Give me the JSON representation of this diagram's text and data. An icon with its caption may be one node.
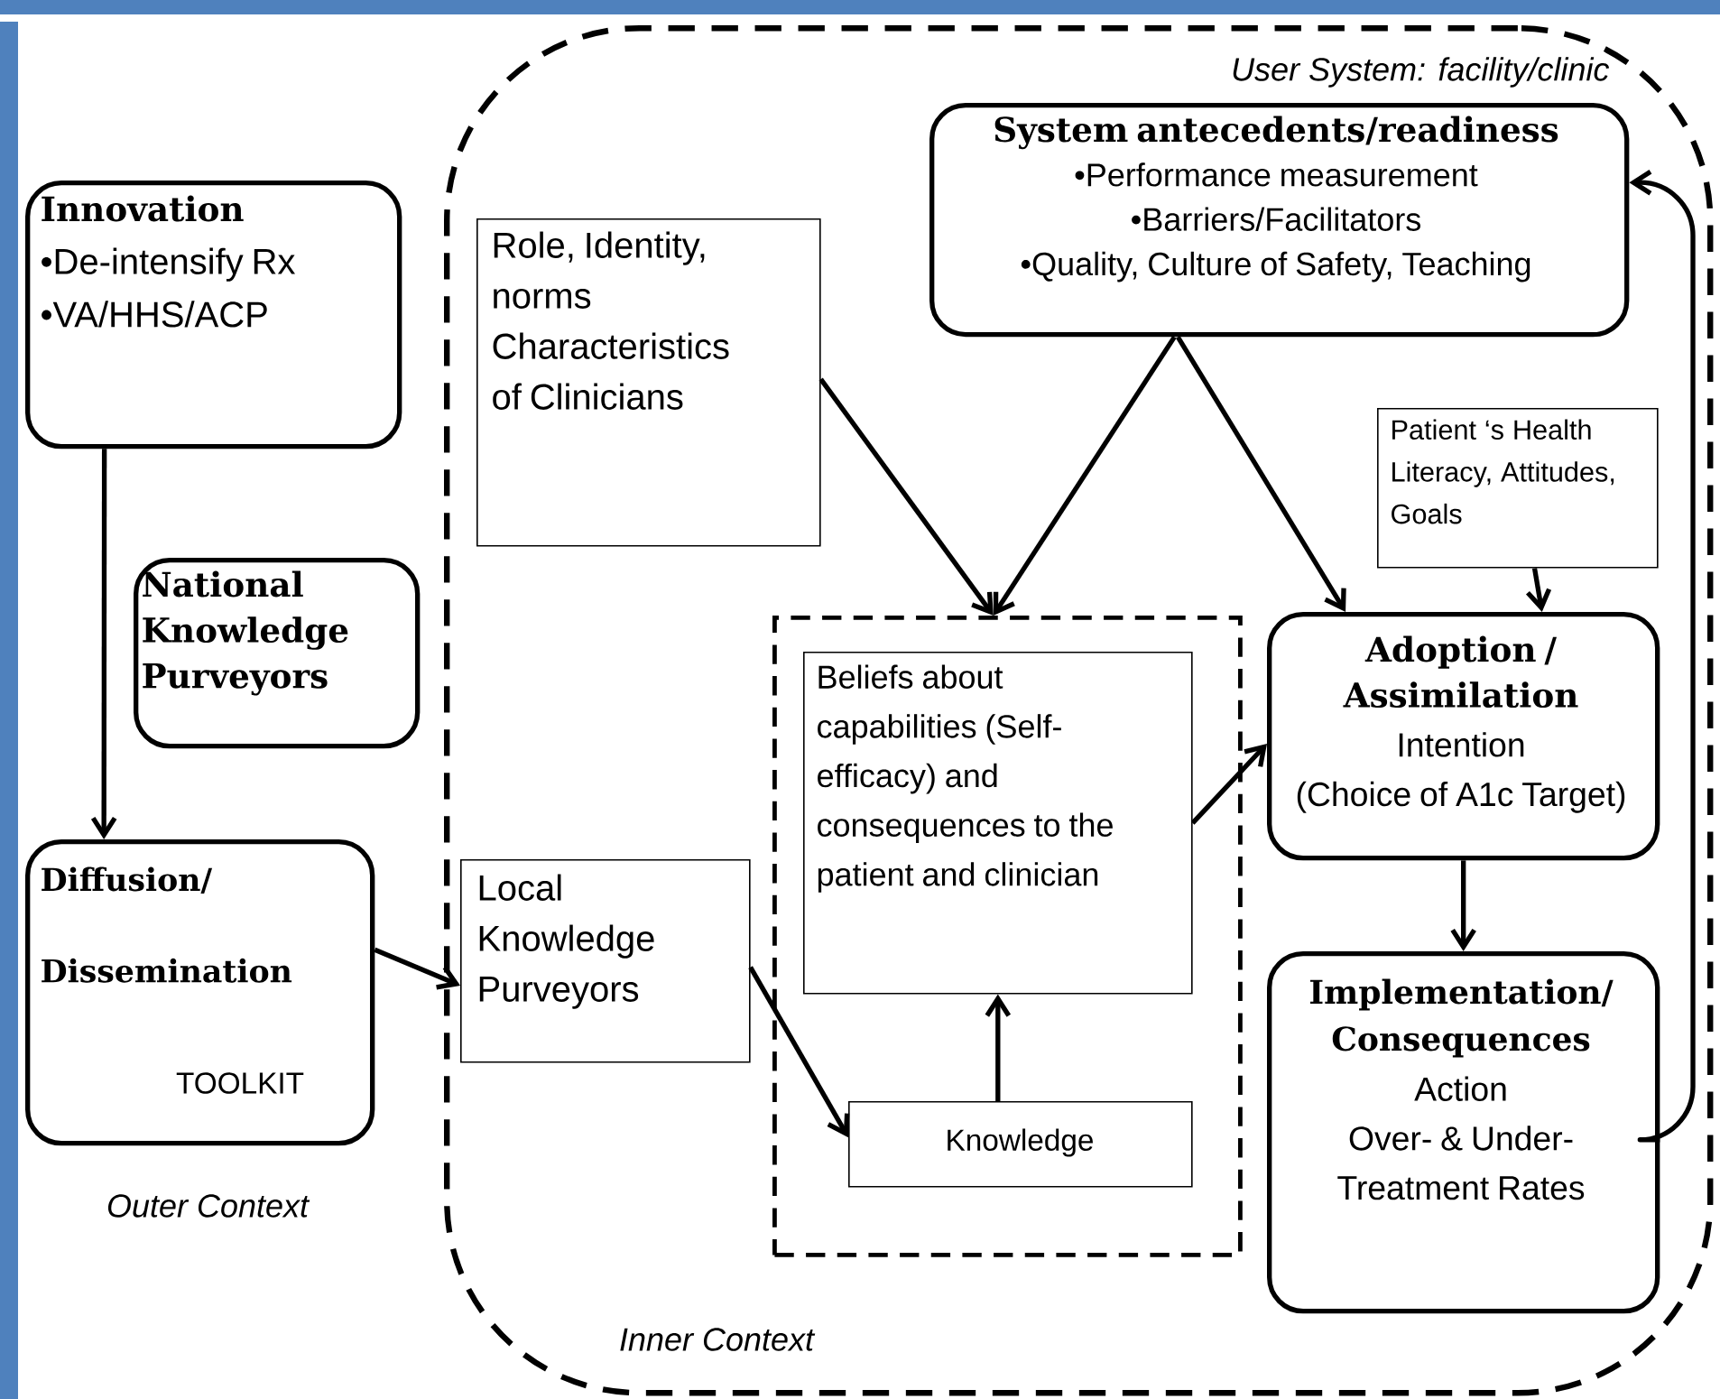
{
  "diagram": {
    "nodes": [
      {
        "text": [
          "User System: facility/clinic",
          "Inner Context"
        ]
      },
      {
        "text": [
          "Innovation",
          "•De-intensify Rx",
          "•VA/HHS/ACP"
        ]
      },
      {
        "text": [
          "National Knowledge Purveyors"
        ]
      },
      {
        "text": [
          "Diffusion/ Dissemination",
          "TOOLKIT"
        ]
      },
      {
        "text": [
          "Role, Identity, norms Characteristics of Clinicians"
        ],
        "in": 0
      },
      {
        "text": [
          "System antecedents/readiness",
          "•Performance measurement",
          "•Barriers/Facilitators",
          "•Quality, Culture of Safety, Teaching"
        ],
        "in": 0
      },
      {
        "text": [
          "Patient ‘s Health Literacy, Attitudes, Goals"
        ],
        "in": 0
      },
      {
        "text": [
          "Local Knowledge Purveyors"
        ],
        "in": 0
      },
      {
        "text": [],
        "shape": "box",
        "in": 0
      },
      {
        "text": [
          "Beliefs about capabilities (Self-efficacy) and consequences to the patient and clinician"
        ],
        "in": 8
      },
      {
        "text": [
          "Knowledge"
        ],
        "in": 8
      },
      {
        "text": [
          "Adoption / Assimilation",
          "Intention",
          "(Choice of A1c Target)"
        ],
        "in": 0
      },
      {
        "text": [
          "Implementation/ Consequences",
          "Action",
          "Over- & Under- Treatment Rates"
        ],
        "in": 0
      }
    ],
    "edges": [
      {
        "from": 1,
        "to": 3,
        "arrow": "to"
      },
      {
        "from": 3,
        "to": 7,
        "arrow": "to"
      },
      {
        "from": 4,
        "to": 8,
        "arrow": "to"
      },
      {
        "from": 5,
        "to": 8,
        "arrow": "to"
      },
      {
        "from": 5,
        "to": 11,
        "arrow": "to"
      },
      {
        "from": 6,
        "to": 11,
        "arrow": "to"
      },
      {
        "from": 7,
        "to": 10,
        "arrow": "to"
      },
      {
        "from": 10,
        "to": 9,
        "arrow": "to"
      },
      {
        "from": 9,
        "to": 11,
        "arrow": "to"
      },
      {
        "from": 11,
        "to": 12,
        "arrow": "to"
      },
      {
        "from": 12,
        "to": 5,
        "arrow": "to"
      }
    ],
    "labels": [
      "Outer Context"
    ]
  }
}
